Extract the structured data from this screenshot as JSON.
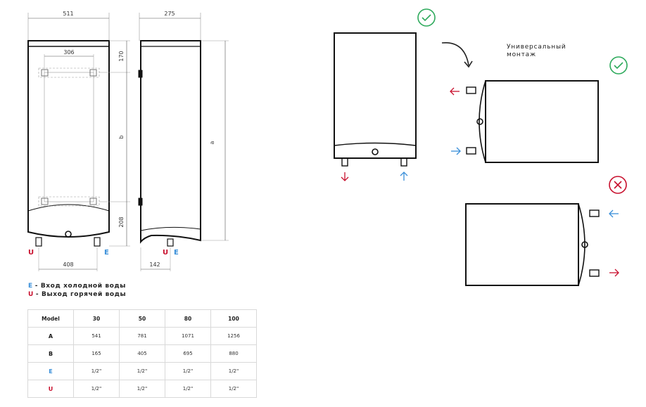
{
  "colors": {
    "red": "#c8102e",
    "blue": "#3a8fd9",
    "green": "#2eaa5c",
    "line": "#111111"
  },
  "dims": {
    "width": "511",
    "depth": "275",
    "mount_width": "306",
    "top_offset": "170",
    "b": "b",
    "a": "a",
    "bottom_offset": "208",
    "pipe_spacing": "408",
    "pipe_depth": "142"
  },
  "ports": {
    "hot": "U",
    "cold": "E"
  },
  "legend": [
    {
      "code": "E",
      "text": "- Вход холодной воды",
      "color": "#3a8fd9"
    },
    {
      "code": "U",
      "text": "- Выход горячей воды",
      "color": "#c8102e"
    }
  ],
  "mounting_note": {
    "line1": "Универсальный",
    "line2": "монтаж"
  },
  "icons": {
    "ok_1": "check-circle-icon",
    "ok_2": "check-circle-icon",
    "bad": "x-circle-icon"
  },
  "table": {
    "header": [
      "Model",
      "30",
      "50",
      "80",
      "100"
    ],
    "rows": [
      {
        "label": "A",
        "color": "#1a1a1a",
        "values": [
          "541",
          "781",
          "1071",
          "1256"
        ]
      },
      {
        "label": "B",
        "color": "#1a1a1a",
        "values": [
          "165",
          "405",
          "695",
          "880"
        ]
      },
      {
        "label": "E",
        "color": "#3a8fd9",
        "values": [
          "1/2\"",
          "1/2\"",
          "1/2\"",
          "1/2\""
        ]
      },
      {
        "label": "U",
        "color": "#c8102e",
        "values": [
          "1/2\"",
          "1/2\"",
          "1/2\"",
          "1/2\""
        ]
      }
    ]
  }
}
